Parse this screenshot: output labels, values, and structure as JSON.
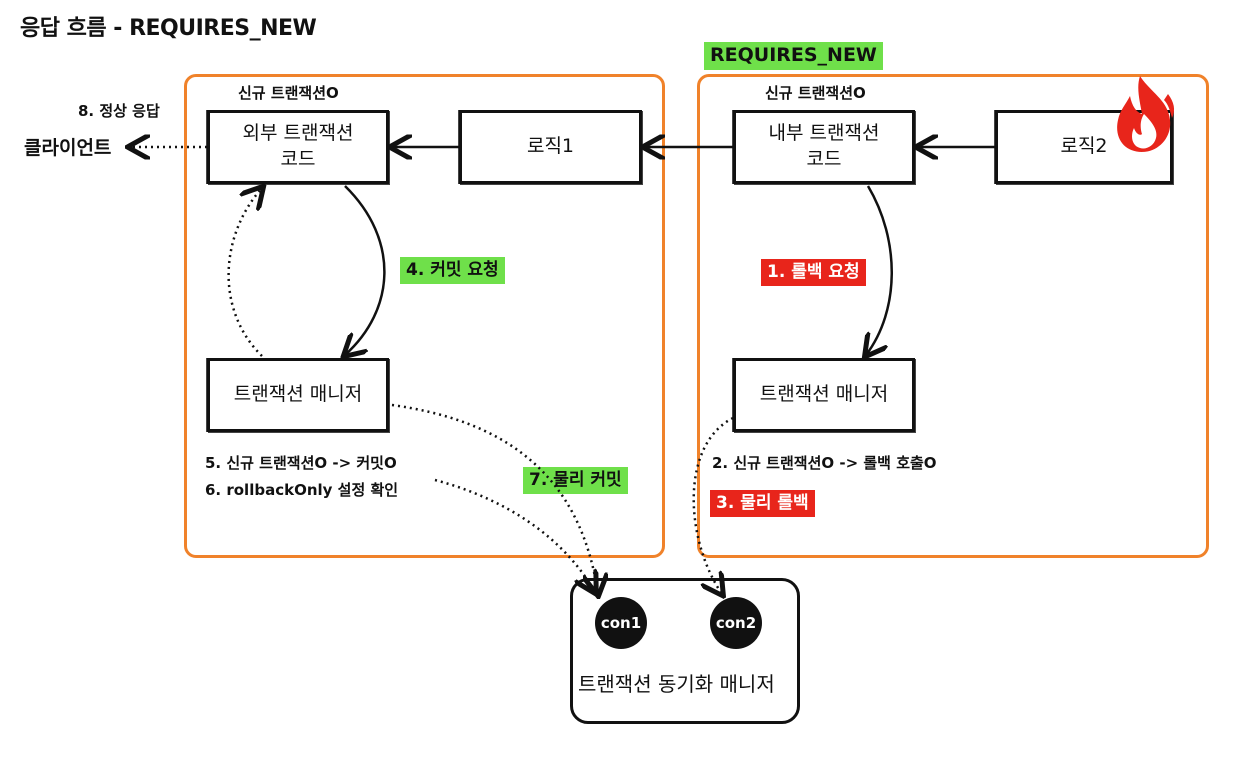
{
  "title": "응답 흐름 - REQUIRES_NEW",
  "requires_new_tag": "REQUIRES_NEW",
  "outer": {
    "new_tx_label": "신규 트랜잭션O",
    "code_box": "외부 트랜잭션\n코드",
    "logic_box": "로직1",
    "manager_box": "트랜잭션 매니저",
    "commit_request": "4. 커밋 요청",
    "step5": "5. 신규 트랜잭션O -> 커밋O",
    "step6": "6. rollbackOnly 설정 확인",
    "physical_commit": "7. 물리 커밋"
  },
  "inner": {
    "new_tx_label": "신규 트랜잭션O",
    "code_box": "내부 트랜잭션\n코드",
    "logic_box": "로직2",
    "manager_box": "트랜잭션 매니저",
    "rollback_request": "1. 롤백 요청",
    "step2": "2. 신규 트랜잭션O -> 롤백 호출O",
    "physical_rollback": "3. 물리 롤백"
  },
  "client": {
    "response_label": "8. 정상 응답",
    "client_label": "클라이언트"
  },
  "sync_manager": {
    "label": "트랜잭션 동기화 매니저",
    "connections": [
      "con1",
      "con2"
    ]
  },
  "colors": {
    "region_border": "#f0822a",
    "green_tag": "#6fe04a",
    "red_tag": "#e8251b",
    "fire": "#e8251b"
  },
  "icons": {
    "exception": "fire-icon"
  }
}
